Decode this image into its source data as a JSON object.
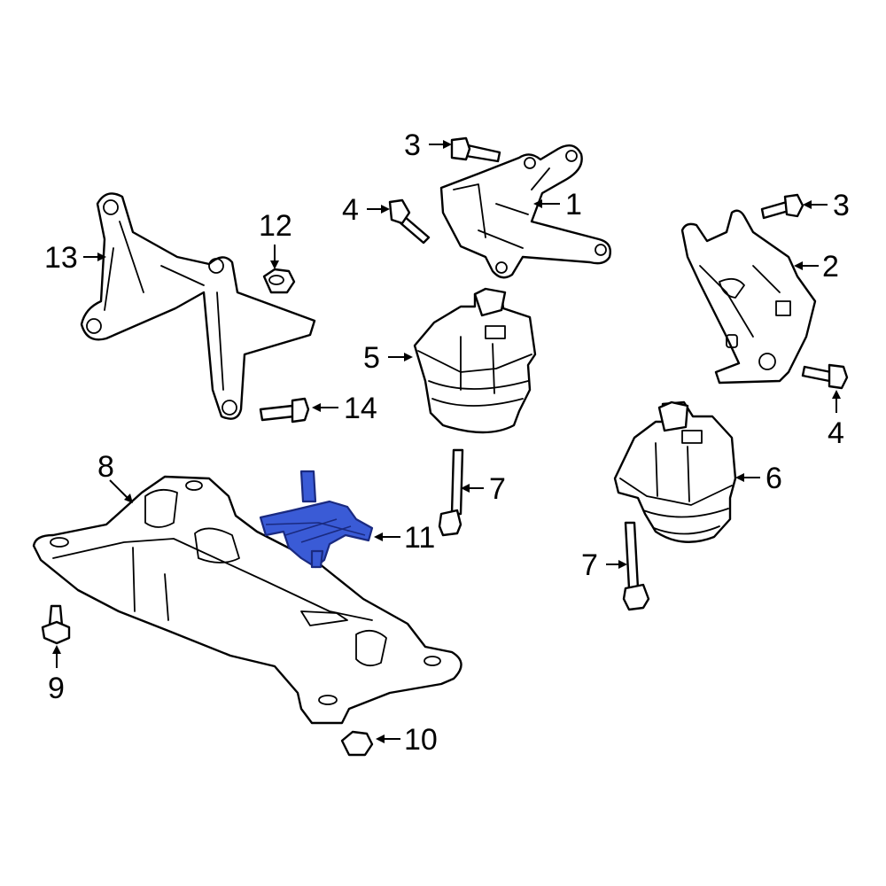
{
  "colors": {
    "highlight": "#3a5bd6",
    "line": "#000000",
    "background": "#ffffff"
  },
  "callouts": {
    "c1": "1",
    "c2": "2",
    "c3a": "3",
    "c3b": "3",
    "c4a": "4",
    "c4b": "4",
    "c5": "5",
    "c6": "6",
    "c7a": "7",
    "c7b": "7",
    "c8": "8",
    "c9": "9",
    "c10": "10",
    "c11": "11",
    "c12": "12",
    "c13": "13",
    "c14": "14"
  },
  "highlighted_part": "11"
}
